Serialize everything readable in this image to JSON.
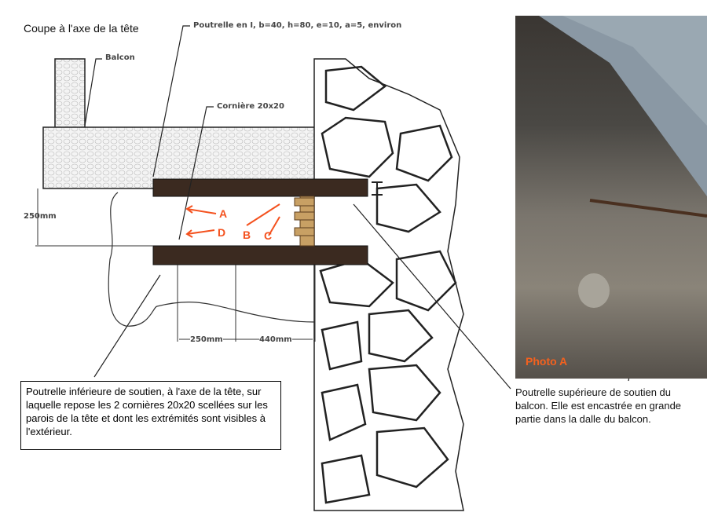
{
  "title": "Coupe à l'axe de la tête",
  "labels": {
    "ibeam": "Poutrelle en I, b=40, h=80, e=10, a=5, environ",
    "balcon": "Balcon",
    "corniere": "Cornière 20x20",
    "height_dim": "250mm",
    "dim1": "250mm",
    "dim2": "440mm",
    "A": "A",
    "B": "B",
    "C": "C",
    "D": "D"
  },
  "lower_note": "Poutrelle inférieure de soutien, à l'axe de la tête, sur laquelle repose les 2 cornières 20x20 scellées sur les parois de la tête et dont les extrémités sont visibles à l'extérieur.",
  "upper_note": "Poutrelle supérieure de soutien du balcon. Elle est encastrée en grande partie dans la dalle du balcon.",
  "photo_label": "Photo A",
  "colors": {
    "beam": "#3b2a20",
    "accent": "#f4511e",
    "wood": "#c8a064"
  }
}
